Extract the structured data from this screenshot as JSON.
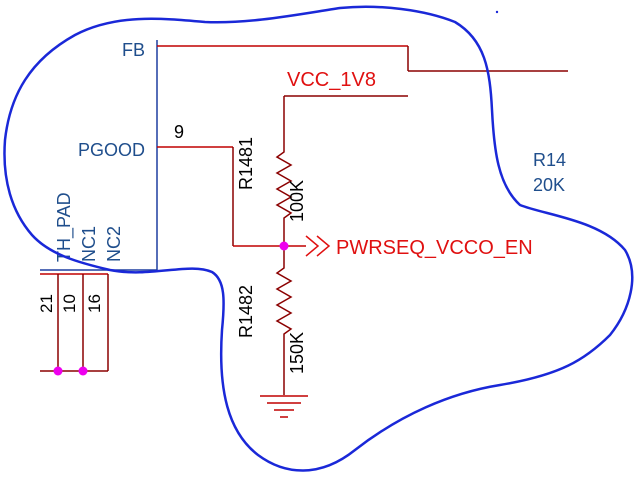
{
  "colors": {
    "wire": "#c00000",
    "wire_dark": "#8b0000",
    "component": "#8b0000",
    "ic_outline": "#1f3fa0",
    "node": "#ee00ee",
    "annotation": "#1a28d8",
    "net_text": "#e01010",
    "pin_text": "#1f4e8c"
  },
  "pins": {
    "fb": "FB",
    "pgood": "PGOOD",
    "pgood_number": "9",
    "th_pad": "TH_PAD",
    "nc1": "NC1",
    "nc2": "NC2",
    "pin_numbers": [
      "21",
      "10",
      "16"
    ]
  },
  "nets": {
    "vcc": "VCC_1V8",
    "pwrseq": "PWRSEQ_VCCO_EN"
  },
  "resistors": {
    "r1481_ref": "R1481",
    "r1481_value": "100K",
    "r1482_ref": "R1482",
    "r1482_value": "150K",
    "r14_ref": "R14",
    "r14_value": "20K"
  },
  "icons": {
    "ground": "ground-symbol-icon",
    "offpage": "offpage-connector-icon",
    "junction": "junction-dot-icon"
  }
}
